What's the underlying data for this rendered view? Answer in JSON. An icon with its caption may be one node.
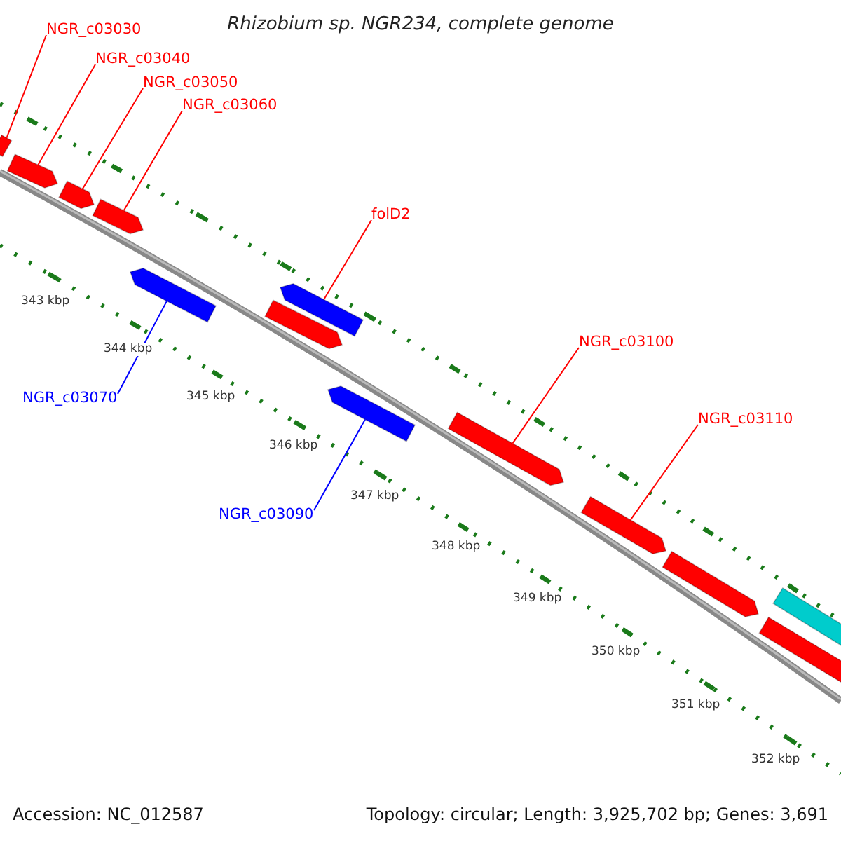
{
  "diagram": {
    "title": "Rhizobium sp. NGR234, complete genome",
    "nodes": [
      {
        "text": [
          "NGR_c03030"
        ]
      },
      {
        "text": [
          "NGR_c03040"
        ]
      },
      {
        "text": [
          "NGR_c03050"
        ]
      },
      {
        "text": [
          "NGR_c03060"
        ]
      },
      {
        "text": [
          "folD2"
        ]
      },
      {
        "text": [
          "NGR_c03070"
        ]
      },
      {
        "text": [
          "NGR_c03100"
        ]
      },
      {
        "text": [
          "NGR_c03090"
        ]
      },
      {
        "text": [
          "NGR_c03110"
        ]
      },
      {
        "text": [],
        "shape": "bar"
      },
      {
        "text": [],
        "shape": "bar"
      },
      {
        "text": [],
        "shape": "bar"
      },
      {
        "text": [],
        "shape": "bar"
      },
      {
        "text": [],
        "shape": "bar"
      },
      {
        "text": [],
        "shape": "bar"
      },
      {
        "text": [],
        "shape": "bar"
      },
      {
        "text": [],
        "shape": "bar"
      },
      {
        "text": [],
        "shape": "bar"
      },
      {
        "text": [],
        "shape": "bar"
      },
      {
        "text": [],
        "shape": "bar"
      },
      {
        "text": [],
        "shape": "bar"
      },
      {
        "text": [],
        "shape": "bar"
      }
    ],
    "edges": [
      {
        "from": 0,
        "to": 9,
        "arrow": "none"
      },
      {
        "from": 1,
        "to": 10,
        "arrow": "none"
      },
      {
        "from": 2,
        "to": 11,
        "arrow": "none"
      },
      {
        "from": 3,
        "to": 12,
        "arrow": "none"
      },
      {
        "from": 4,
        "to": 14,
        "arrow": "none"
      },
      {
        "from": 5,
        "to": 13,
        "arrow": "none",
        "color": "#0000ff"
      },
      {
        "from": 6,
        "to": 17,
        "arrow": "none"
      },
      {
        "from": 7,
        "to": 16,
        "arrow": "none",
        "color": "#0000ff"
      },
      {
        "from": 8,
        "to": 18,
        "arrow": "none"
      }
    ],
    "labels": [
      "343 kbp",
      "344 kbp",
      "345 kbp",
      "346 kbp",
      "347 kbp",
      "348 kbp",
      "349 kbp",
      "350 kbp",
      "351 kbp",
      "352 kbp",
      "Accession: NC_012587",
      "Topology: circular; Length: 3,925,702 bp; Genes: 3,691"
    ]
  }
}
